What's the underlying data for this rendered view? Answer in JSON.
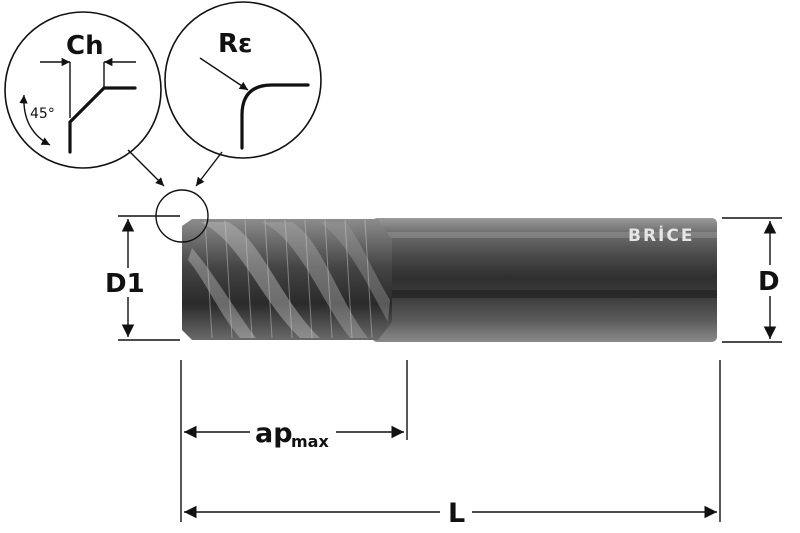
{
  "callouts": {
    "chamfer": {
      "label": "Ch",
      "angle": "45°"
    },
    "radius": {
      "label": "Rε"
    }
  },
  "tool": {
    "brand": "BRİCE"
  },
  "dimensions": {
    "cutting_diameter": "D1",
    "shank_diameter": "D",
    "cutting_length_main": "ap",
    "cutting_length_sub": "max",
    "overall_length": "L"
  }
}
